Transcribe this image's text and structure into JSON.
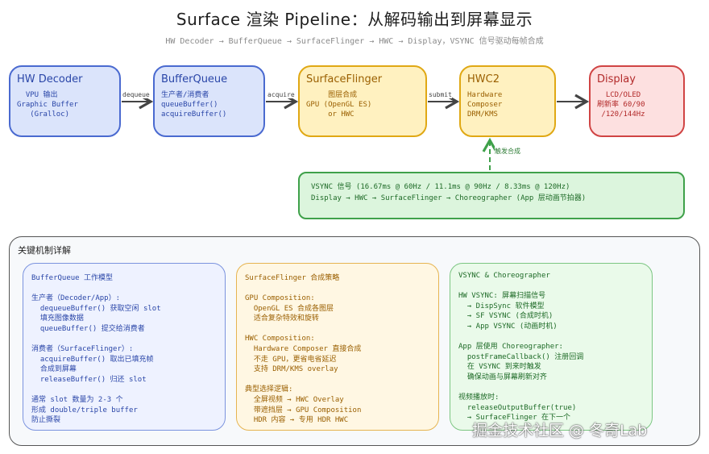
{
  "title": "Surface 渲染 Pipeline：从解码输出到屏幕显示",
  "subtitle": "HW Decoder → BufferQueue → SurfaceFlinger → HWC → Display，VSYNC 信号驱动每帧合成",
  "nodes": {
    "decoder": {
      "title": "HW Decoder",
      "body": "  VPU 输出\nGraphic Buffer\n   (Gralloc)"
    },
    "bufferqueue": {
      "title": "BufferQueue",
      "body": "生产者/消费者\nqueueBuffer()\nacquireBuffer()"
    },
    "surfaceflinger": {
      "title": "SurfaceFlinger",
      "body": "     图层合成\nGPU (OpenGL ES)\n     or HWC"
    },
    "hwc": {
      "title": "HWC2",
      "body": "Hardware\nComposer\nDRM/KMS"
    },
    "display": {
      "title": "Display",
      "body": "  LCD/OLED\n刷新率 60/90\n /120/144Hz"
    }
  },
  "edges": {
    "dequeue": "dequeue",
    "acquire": "acquire",
    "submit": "submit",
    "trigger": "触发合成"
  },
  "vsync": {
    "line1": "VSYNC 信号 (16.67ms @ 60Hz / 11.1ms @ 90Hz / 8.33ms @ 120Hz)",
    "line2": "Display → HWC → SurfaceFlinger → Choreographer (App 层动画节拍器)"
  },
  "panel": {
    "title": "关键机制详解",
    "cards": [
      {
        "title": "BufferQueue 工作模型",
        "body": "生产者（Decoder/App）:\n  dequeueBuffer() 获取空闲 slot\n  填充图像数据\n  queueBuffer() 提交给消费者\n\n消费者（SurfaceFlinger）:\n  acquireBuffer() 取出已填充帧\n  合成到屏幕\n  releaseBuffer() 归还 slot\n\n通常 slot 数量为 2-3 个\n形成 double/triple buffer\n防止撕裂"
      },
      {
        "title": "SurfaceFlinger 合成策略",
        "body": "GPU Composition:\n  OpenGL ES 合成各图层\n  适合复杂特效和旋转\n\nHWC Composition:\n  Hardware Composer 直接合成\n  不走 GPU，更省电省延迟\n  支持 DRM/KMS overlay\n\n典型选择逻辑:\n  全屏视频 → HWC Overlay\n  带遮挡层 → GPU Composition\n  HDR 内容 → 专用 HDR HWC"
      },
      {
        "title": "VSYNC & Choreographer",
        "body": "HW VSYNC: 屏幕扫描信号\n  → DispSync 软件模型\n  → SF VSYNC (合成时机)\n  → App VSYNC (动画时机)\n\nApp 层使用 Choreographer:\n  postFrameCallback() 注册回调\n  在 VSYNC 到来时触发\n  确保动画与屏幕刷新对齐\n\n视频播放时:\n  releaseOutputBuffer(true)\n  → SurfaceFlinger 在下一个"
      }
    ]
  },
  "watermark": "掘金技术社区 @ 冬奇Lab",
  "colors": {
    "blue": "#4a6ad0",
    "yellow": "#e0a814",
    "red": "#d04444",
    "green": "#3fa14a"
  }
}
